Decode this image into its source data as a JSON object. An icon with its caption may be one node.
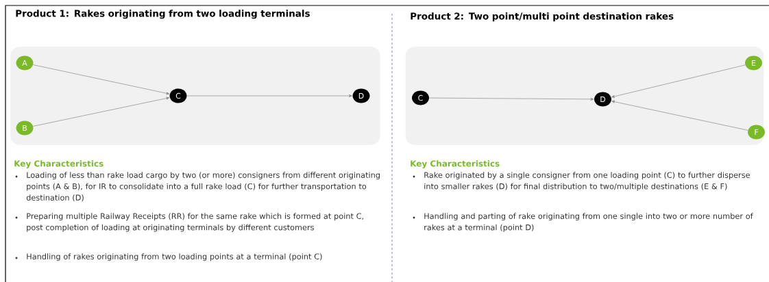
{
  "diagram": {
    "nodes": [
      {
        "text": [],
        "shape": "box"
      },
      {
        "text": [
          "A"
        ],
        "in": 0
      },
      {
        "text": [
          "B"
        ],
        "in": 0
      },
      {
        "text": [
          "C"
        ],
        "in": 0
      },
      {
        "text": [
          "D"
        ],
        "in": 0
      },
      {
        "text": [],
        "shape": "box"
      },
      {
        "text": [
          "C"
        ],
        "in": 5
      },
      {
        "text": [
          "D"
        ],
        "in": 5
      },
      {
        "text": [
          "E"
        ],
        "in": 5
      },
      {
        "text": [
          "F"
        ],
        "in": 5
      }
    ],
    "edges": [
      {
        "from": 1,
        "to": 3,
        "arrow": "to"
      },
      {
        "from": 2,
        "to": 3,
        "arrow": "to"
      },
      {
        "from": 3,
        "to": 4,
        "arrow": "to"
      },
      {
        "from": 6,
        "to": 7,
        "arrow": "to"
      },
      {
        "from": 8,
        "to": 7,
        "arrow": "to"
      },
      {
        "from": 9,
        "to": 7,
        "arrow": "to"
      }
    ],
    "labels": [
      "Product 1: Rakes originating from two loading terminals",
      "Key Characteristics",
      "Loading of less than rake load cargo by two (or more) consigners from different originating points (A & B), for IR to consolidate into a full rake load (C) for further transportation to destination (D)",
      "Preparing multiple Railway Receipts (RR) for the same rake which is formed at point C, post completion of loading at originating terminals by different customers",
      "Handling of rakes originating from two loading points at a terminal (point C)",
      "Product 2: Two point/multi point destination rakes",
      "Key Characteristics",
      "Rake originated by a single consigner from one loading point (C) to further disperse into smaller rakes (D) for final distribution to two/multiple destinations (E & F)",
      "Handling and parting of rake originating from one single into two or more number of rakes at a terminal (point D)"
    ]
  }
}
